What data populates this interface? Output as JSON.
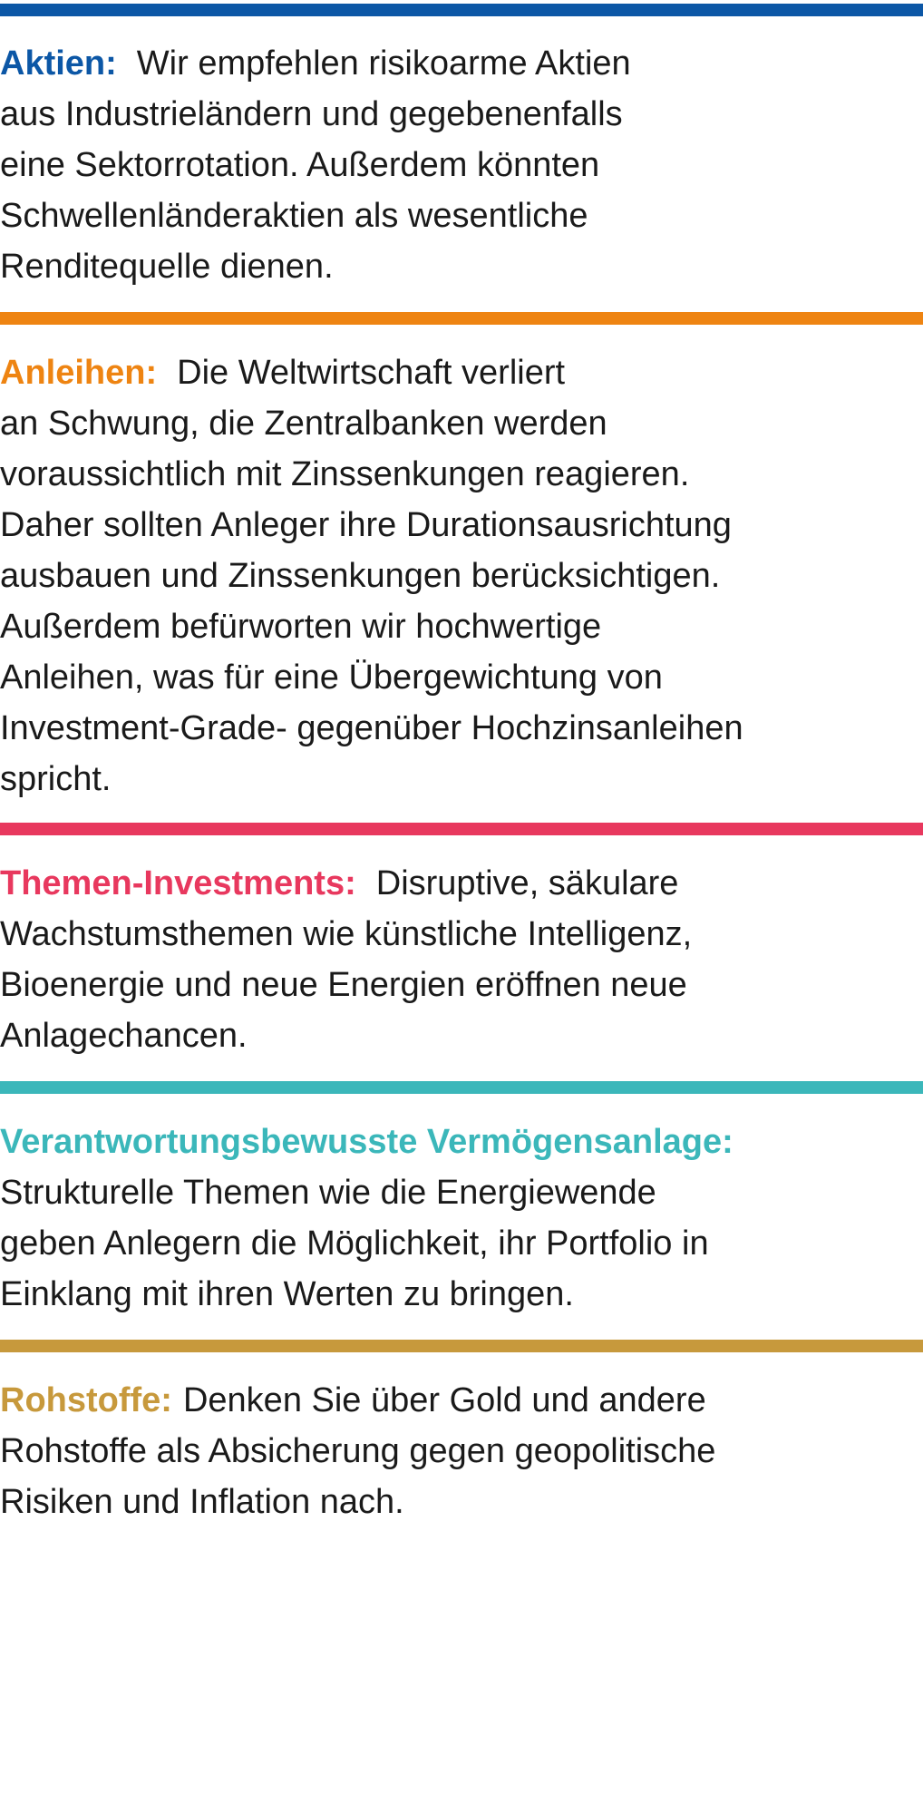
{
  "colors": {
    "aktien": "#0c57a6",
    "anleihen": "#ee8412",
    "themen": "#e8385e",
    "verantwortung": "#3bb7ba",
    "rohstoffe": "#c7993c"
  },
  "sections": [
    {
      "key": "aktien",
      "label": "Aktien:",
      "lines": [
        "Wir empfehlen risikoarme Aktien",
        "aus Industrieländern und gegebenenfalls",
        "eine Sektorrotation. Außerdem könnten",
        "Schwellenländeraktien als wesentliche",
        "Renditequelle dienen."
      ]
    },
    {
      "key": "anleihen",
      "label": "Anleihen:",
      "lines": [
        "Die Weltwirtschaft verliert",
        "an Schwung, die Zentralbanken werden",
        "voraussichtlich mit Zinssenkungen reagieren.",
        "Daher sollten Anleger ihre Durationsausrichtung",
        "ausbauen und Zinssenkungen berücksichtigen.",
        "Außerdem befürworten wir hochwertige",
        "Anleihen, was für eine Übergewichtung von",
        "Investment-Grade- gegenüber Hochzinsanleihen",
        "spricht."
      ]
    },
    {
      "key": "themen",
      "label": "Themen-Investments:",
      "lines": [
        "Disruptive, säkulare",
        "Wachstumsthemen wie künstliche Intelligenz,",
        "Bioenergie und neue Energien eröffnen neue",
        "Anlagechancen."
      ]
    },
    {
      "key": "verantwortung",
      "label": "Verantwortungsbewusste Vermögensanlage:",
      "lines": [
        "",
        "Strukturelle Themen wie die Energiewende",
        "geben Anlegern die Möglichkeit, ihr Portfolio in",
        "Einklang mit ihren Werten zu bringen."
      ]
    },
    {
      "key": "rohstoffe",
      "label": "Rohstoffe:",
      "lines": [
        "Denken Sie über Gold und andere",
        "Rohstoffe als Absicherung gegen geopolitische",
        "Risiken und Inflation nach."
      ]
    }
  ]
}
